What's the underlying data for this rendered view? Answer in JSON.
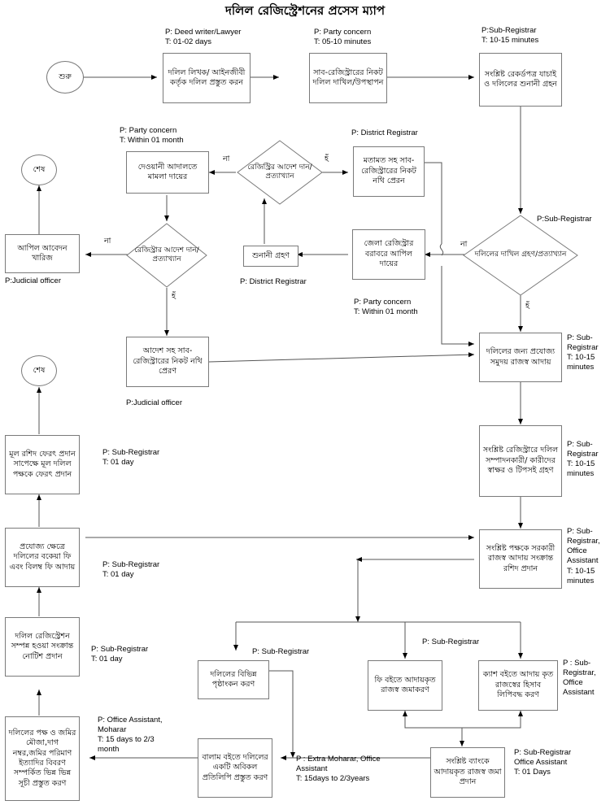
{
  "title": "দলিল রেজিস্ট্রেশনের প্রসেস ম্যাপ",
  "nodes": {
    "start": "শুরু",
    "end_top": "শেষ",
    "end_mid": "শেষ",
    "n_deed_prepare": "দলিল লিখক/ আইনজীবী কর্তৃক দলিল প্রস্তুত করন",
    "n_submit": "সাব-রেজিস্ট্রারের নিকট দলিল দাখিল/উপস্থাপন",
    "n_verify_hearing": "সংশ্লিষ্ট রেকর্ডপত্র যাচাই ও দলিলের শুনানী গ্রহন",
    "d_accept_reject": "দলিলের দাখিল গ্রহণ/প্রত্যাখ্যান",
    "n_appeal_dr": "জেলা রেজিস্ট্রার বরাবরে আপিল দায়ের",
    "n_hearing": "শুনানী গ্রহণ",
    "d_registrar_order1": "রেজিস্ট্রির আদেশ দান/ প্রত্যাখ্যান",
    "n_file_to_subreg_opinion": "মতামত সহ সাব-রেজিস্ট্রারের নিকট নথি প্রেরন",
    "n_civil_court": "দেওয়ানী আদালতে মামলা দায়ের",
    "d_registrar_order2": "রেজিস্ট্রার আদেশ দান/ প্রত্যাখ্যান",
    "n_appeal_rejected": "আপিল আবেদন খারিজ",
    "n_order_file_to_subreg": "আদেশ সহ সাব-রেজিস্ট্রারের নিকট নথি প্রেরণ",
    "n_revenue": "দলিলের জন্য প্রযোজ্য সমুদয় রাজস্ব আদায়",
    "n_signature": "সংশ্লিষ্ট রেজিস্ট্রারে দলিল সম্পাদনকারী/ কারীদের স্বাক্ষর ও টিপসই গ্রহণ",
    "n_receipt": "সংশ্লিষ্ট পক্ষকে সরকারী রাজস্ব আদায় সংক্রান্ত রশিদ প্রদান",
    "n_fees_due": "প্রযোজ্য ক্ষেত্রে দলিলের বকেয়া ফি এবং বিলম্ব ফি আদায়",
    "n_return_deed": "মূল রশিদ ফেরৎ প্রদান সাপেক্ষে মূল দলিল পক্ষকে ফেরৎ প্রদান",
    "n_notice": "দলিল রেজিস্ট্রেশন সম্পন্ন হওয়া সংক্রান্ত নোটিশ প্রদান",
    "n_index": "দলিলের পক্ষ ও জমির মৌজা,দাগ নম্বর,জমির পরিমাণ ইত্যাদির বিবরণ সম্পর্কিত ভিন্ন ভিন্ন সূচী প্রস্তুত করণ",
    "n_page_mark": "দলিলের বিভিন্ন পৃষ্ঠাংকন করণ",
    "n_fee_book": "ফি বইতে আদায়কৃত রাজস্ব জমাকরণ",
    "n_cash_book": "ক্যাশ বইতে আদায় কৃত রাজস্বের হিসাব লিপিবদ্ধ করণ",
    "n_balam": "বালাম বইতে দলিলের একটি অবিকল প্রতিলিপি প্রস্তুত করণ",
    "n_bank": "সংশ্লিষ্ট ব্যাংকে আদায়কৃত রাজস্ব জমা প্রদান"
  },
  "annotations": {
    "a_deed_prepare": "P: Deed writer/Lawyer\nT: 01-02 days",
    "a_submit": "P: Party concern\nT: 05-10 minutes",
    "a_verify_hearing": "P:Sub-Registrar\nT: 10-15 minutes",
    "a_civil_court": "P: Party concern\nT: Within 01 month",
    "a_file_opinion": "P: District Registrar",
    "a_accept_reject": "P:Sub-Registrar",
    "a_appeal_rejected": "P:Judicial officer",
    "a_hearing": "P: District Registrar",
    "a_appeal_dr": "P: Party concern\nT: Within 01 month",
    "a_order_file": "P:Judicial officer",
    "a_revenue": "P: Sub-Registrar\nT: 10-15 minutes",
    "a_signature": "P: Sub-Registrar\nT: 10-15 minutes",
    "a_return_deed": "P: Sub-Registrar\nT: 01 day",
    "a_receipt": "P: Sub-Registrar, Office Assistant\nT: 10-15 minutes",
    "a_fees_due": "P: Sub-Registrar\nT: 01 day",
    "a_notice": "P: Sub-Registrar\nT: 01 day",
    "a_index": "P: Office Assistant, Moharar\nT: 15 days to 2/3 month",
    "a_page_mark": "P: Sub-Registrar",
    "a_fee_book": "P: Sub-Registrar",
    "a_cash_book": "P : Sub-Registrar, Office Assistant",
    "a_balam": "P : Extra Moharar, Office Assistant\nT: 15days to 2/3years",
    "a_bank": "P: Sub-Registrar\nOffice Assistant\nT: 01 Days"
  },
  "edge_labels": {
    "yes1": "হঁ",
    "no1": "না",
    "yes2": "হঁ",
    "no2": "না",
    "yes3": "হঁ",
    "no3": "না"
  },
  "colors": {
    "stroke": "#7a7a7a",
    "line": "#555555",
    "arrow": "#000000",
    "background": "#ffffff",
    "text": "#000000"
  }
}
